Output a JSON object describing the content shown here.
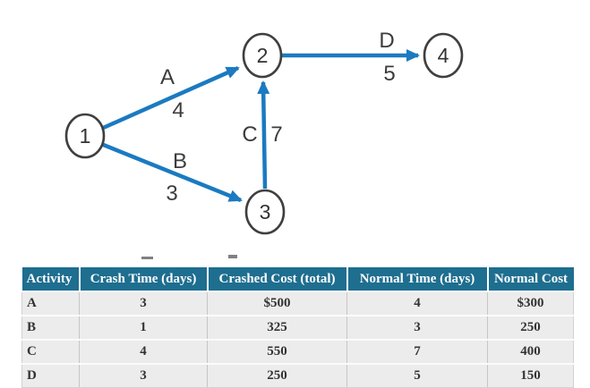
{
  "diagram": {
    "nodes": [
      {
        "id": "1"
      },
      {
        "id": "2"
      },
      {
        "id": "3"
      },
      {
        "id": "4"
      }
    ],
    "activities": [
      {
        "name": "A",
        "duration": "4",
        "from": "1",
        "to": "2"
      },
      {
        "name": "B",
        "duration": "3",
        "from": "1",
        "to": "3"
      },
      {
        "name": "C",
        "duration": "7",
        "from": "3",
        "to": "2"
      },
      {
        "name": "D",
        "duration": "5",
        "from": "2",
        "to": "4"
      }
    ],
    "colors": {
      "arrow": "#1b7ac1",
      "node_border": "#3f3f3f",
      "label_text": "#3c3c3c"
    }
  },
  "table": {
    "headers": [
      "Activity",
      "Crash Time (days)",
      "Crashed Cost (total)",
      "Normal Time (days)",
      "Normal Cost"
    ],
    "rows": [
      [
        "A",
        "3",
        "$500",
        "4",
        "$300"
      ],
      [
        "B",
        "1",
        "325",
        "3",
        "250"
      ],
      [
        "C",
        "4",
        "550",
        "7",
        "400"
      ],
      [
        "D",
        "3",
        "250",
        "5",
        "150"
      ]
    ],
    "colors": {
      "header_bg": "#1e6e90",
      "header_text": "#ffffff",
      "row_bg": "#ececec",
      "body_text": "#333333"
    }
  }
}
